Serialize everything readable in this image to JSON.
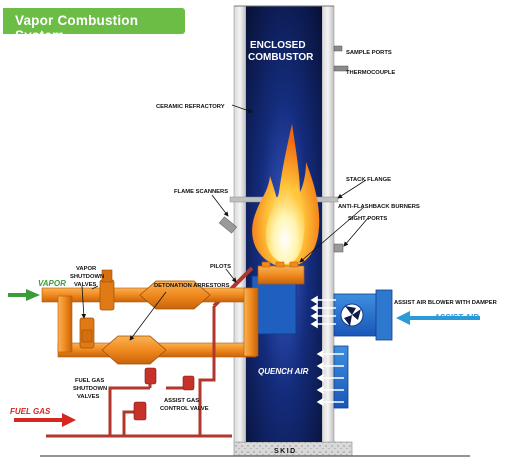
{
  "header": {
    "title": "Vapor Combustion System"
  },
  "labels": {
    "enclosed": "ENCLOSED",
    "combustor": "COMBUSTOR",
    "sample_ports": "SAMPLE PORTS",
    "thermocouple": "THERMOCOUPLE",
    "ceramic_refractory": "CERAMIC REFRACTORY",
    "stack_flange": "STACK FLANGE",
    "flame_scanners": "FLAME SCANNERS",
    "anti_flashback": "ANTI-FLASHBACK BURNERS",
    "sight_ports": "SIGHT PORTS",
    "pilots": "PILOTS",
    "vapor_shutdown_1": "VAPOR",
    "vapor_shutdown_2": "SHUTDOWN",
    "vapor_shutdown_3": "VALVES",
    "detonation_arrestors": "DETONATION ARRESTORS",
    "vapor": "VAPOR",
    "assist_blower": "ASSIST AIR BLOWER WITH DAMPER",
    "assist_air": "ASSIST AIR",
    "quench_air": "QUENCH AIR",
    "fuel_gas_shutdown_1": "FUEL GAS",
    "fuel_gas_shutdown_2": "SHUTDOWN",
    "fuel_gas_shutdown_3": "VALVES",
    "assist_gas_1": "ASSIST GAS",
    "assist_gas_2": "CONTROL VALVE",
    "fuel_gas": "FUEL GAS",
    "skid": "SKID"
  },
  "colors": {
    "badge": "#6cbd45",
    "pipe": "#f08a1e",
    "fuel_line": "#b2362b",
    "assist_air": "#2a9ad8",
    "vapor_arrow": "#3a9c3a",
    "fuel_arrow": "#d7261e",
    "stack": "#0d1a4a"
  }
}
